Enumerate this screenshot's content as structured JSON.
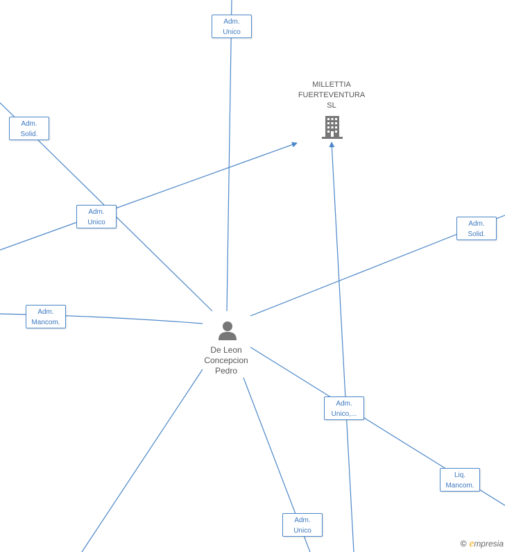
{
  "company": {
    "name_lines": [
      "MILLETTIA",
      "FUERTEVENTURA",
      "SL"
    ],
    "icon": "building-icon"
  },
  "person": {
    "name_lines": [
      "De Leon",
      "Concepcion",
      "Pedro"
    ],
    "icon": "person-icon"
  },
  "roles": [
    {
      "lines": [
        "Adm.",
        "Unico"
      ]
    },
    {
      "lines": [
        "Adm.",
        "Solid."
      ]
    },
    {
      "lines": [
        "Adm.",
        "Unico"
      ]
    },
    {
      "lines": [
        "Adm.",
        "Solid."
      ]
    },
    {
      "lines": [
        "Adm.",
        "Mancom."
      ]
    },
    {
      "lines": [
        "Adm.",
        "Unico,..."
      ]
    },
    {
      "lines": [
        "Liq.",
        "Mancom."
      ]
    },
    {
      "lines": [
        "Adm.",
        "Unico"
      ]
    }
  ],
  "footer": {
    "copyright_symbol": "©",
    "brand_initial": "e",
    "brand_rest": "mpresia"
  },
  "colors": {
    "edge": "#4a86c8",
    "label_text": "#3c78c0",
    "icon": "#777777",
    "brand_accent": "#f0a000"
  }
}
